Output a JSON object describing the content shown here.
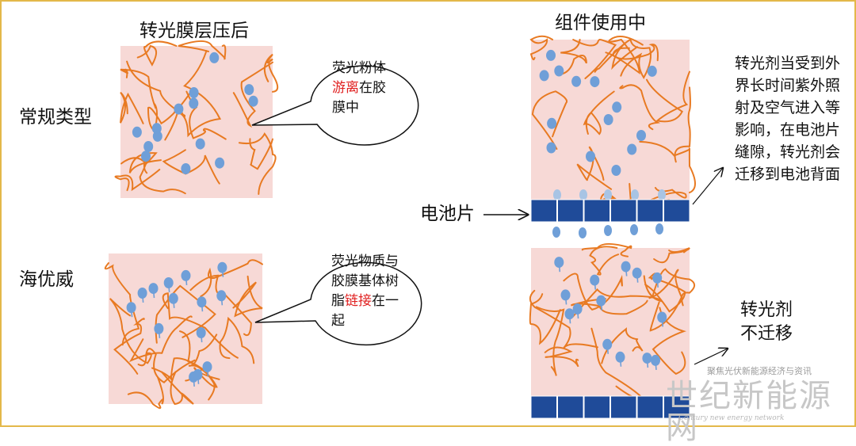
{
  "headings": {
    "left": "转光膜层压后",
    "right": "组件使用中"
  },
  "rows": {
    "top": "常规类型",
    "bottom": "海优威"
  },
  "cell_label": "电池片",
  "bubble_top": {
    "line1": "荧光粉体",
    "line2_red": "游离",
    "line2_rest": "在胶",
    "line3": "膜中"
  },
  "bubble_bottom": {
    "line1": "荧光物质与",
    "line2": "胶膜基体树",
    "line3_pre": "脂",
    "line3_red": "链接",
    "line3_post": "在一",
    "line4": "起"
  },
  "desc_top": [
    "转光剂当受到外",
    "界长时间紫外照",
    "射及空气进入等",
    "影响，在电池片",
    "缝隙，转光剂会",
    "迁移到电池背面"
  ],
  "desc_bottom": [
    "转光剂",
    "不迁移"
  ],
  "logo": {
    "top_text": "聚焦光伏新能源经济与资讯",
    "main": "世纪新能源网",
    "sub": "Century new energy network"
  },
  "colors": {
    "panel": "#f7d9d6",
    "fiber": "#e87a22",
    "particle": "#6f9fd8",
    "particle_light": "#a8c4e4",
    "cell": "#1f4b99",
    "red": "#e02020",
    "frame": "#e3b84a"
  }
}
